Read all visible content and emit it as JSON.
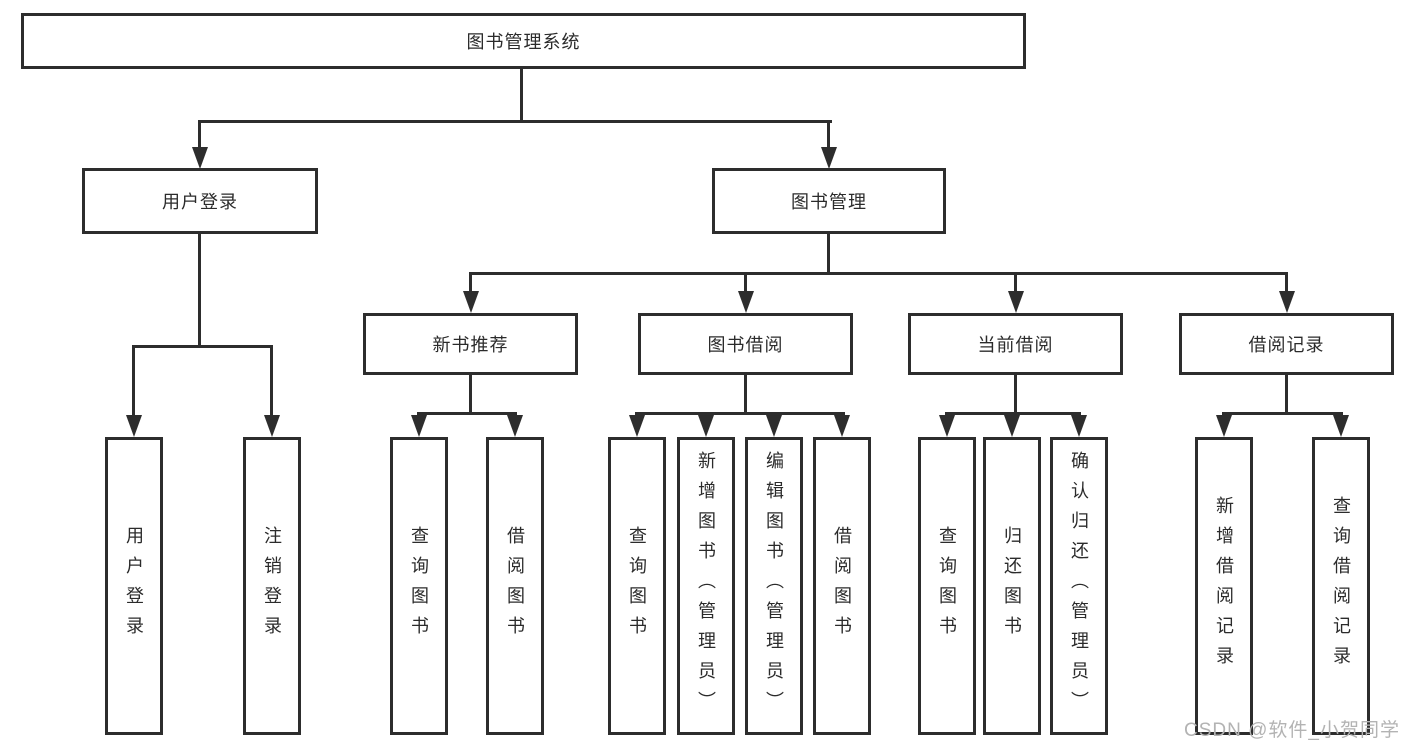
{
  "diagram": {
    "root_label": "图书管理系统",
    "user_login": {
      "label": "用户登录",
      "children": [
        "用户登录",
        "注销登录"
      ]
    },
    "book_mgmt": {
      "label": "图书管理",
      "sections": [
        {
          "label": "新书推荐",
          "children": [
            "查询图书",
            "借阅图书"
          ]
        },
        {
          "label": "图书借阅",
          "children": [
            "查询图书",
            "新增图书（管理员）",
            "编辑图书（管理员）",
            "借阅图书"
          ]
        },
        {
          "label": "当前借阅",
          "children": [
            "查询图书",
            "归还图书",
            "确认归还（管理员）"
          ]
        },
        {
          "label": "借阅记录",
          "children": [
            "新增借阅记录",
            "查询借阅记录"
          ]
        }
      ]
    },
    "watermark": "CSDN @软件_小贺同学",
    "colors": {
      "line": "#2d2d2d",
      "box_background": "#ffffff",
      "text": "#2b2b2b",
      "watermark": "#b3b3b3"
    }
  }
}
